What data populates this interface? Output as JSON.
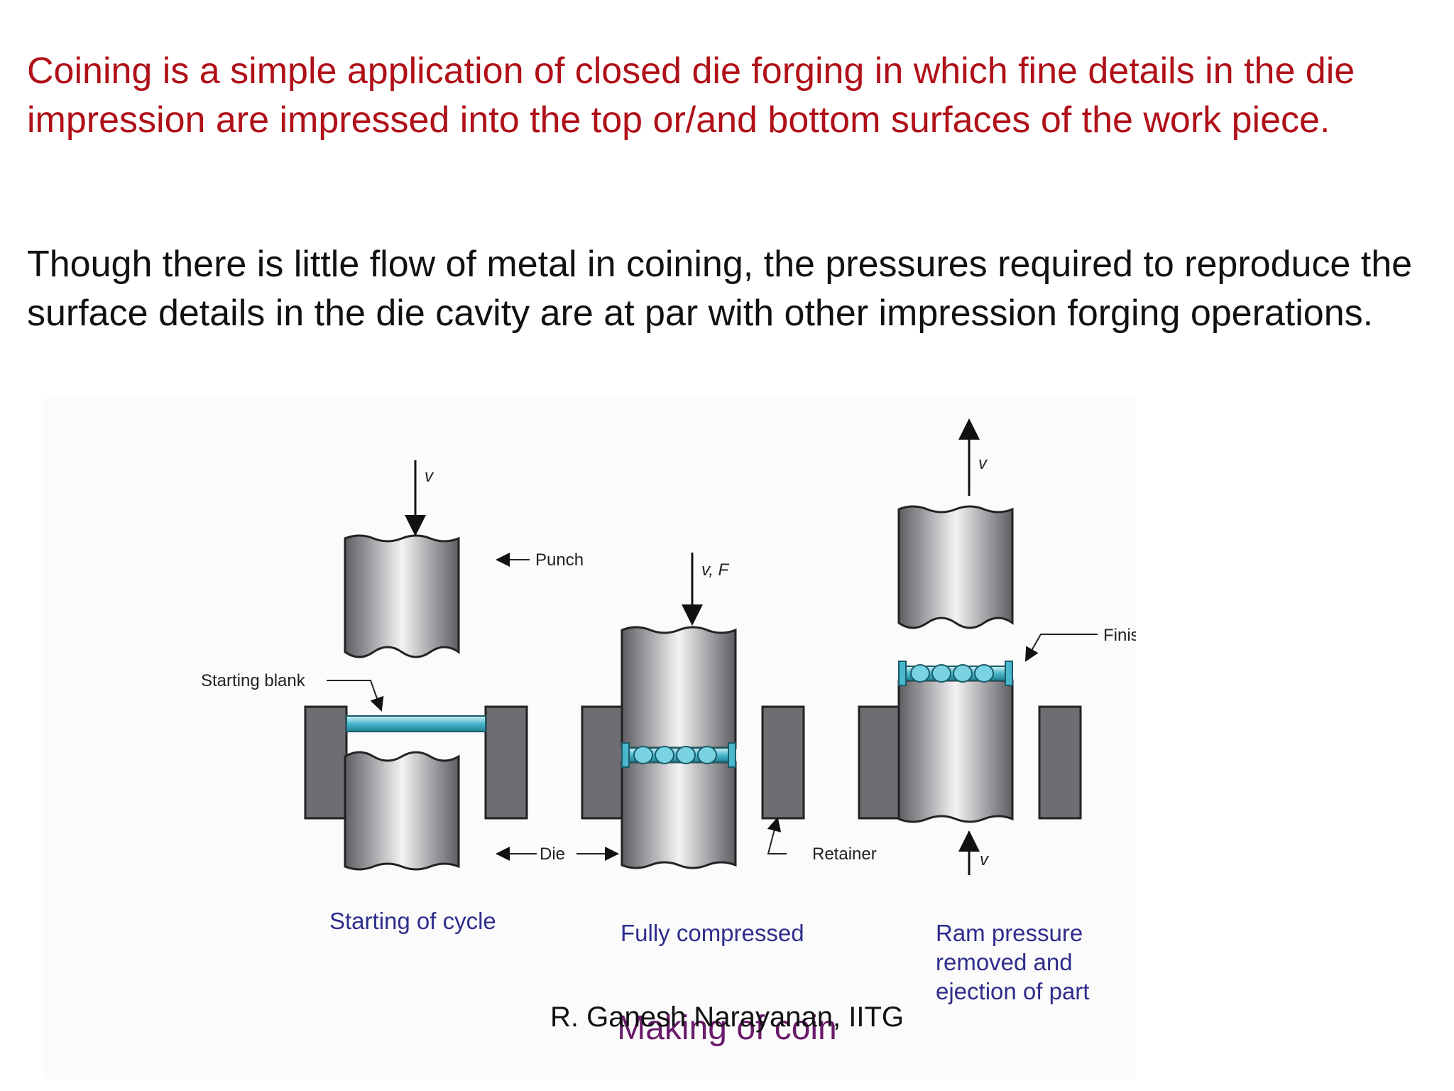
{
  "paragraphs": {
    "intro": "Coining is a simple application of closed die forging in which fine details in the die impression are impressed into the top or/and bottom surfaces of the work piece.",
    "detail": "Though there is little flow of metal in coining, the pressures required to reproduce the surface details in the die cavity are at par with other impression forging operations."
  },
  "diagram": {
    "labels": {
      "punch": "Punch",
      "starting_blank": "Starting blank",
      "die": "Die",
      "retainer": "Retainer",
      "finished_part": "Finished part",
      "v1": "v",
      "vf": "v, F",
      "v3": "v",
      "v4": "v"
    },
    "captions": {
      "stage1": "Starting of cycle",
      "stage2": "Fully compressed",
      "stage3_line1": "Ram pressure",
      "stage3_line2": "removed and",
      "stage3_line3": "ejection of part"
    },
    "colors": {
      "steel": "#9a9aa0",
      "retainer": "#6e6e72",
      "blank": "#49b7cc",
      "caption": "#2e2d8c"
    }
  },
  "footer": {
    "author": "R. Ganesh Narayanan, IITG",
    "title": "Making of coin"
  }
}
